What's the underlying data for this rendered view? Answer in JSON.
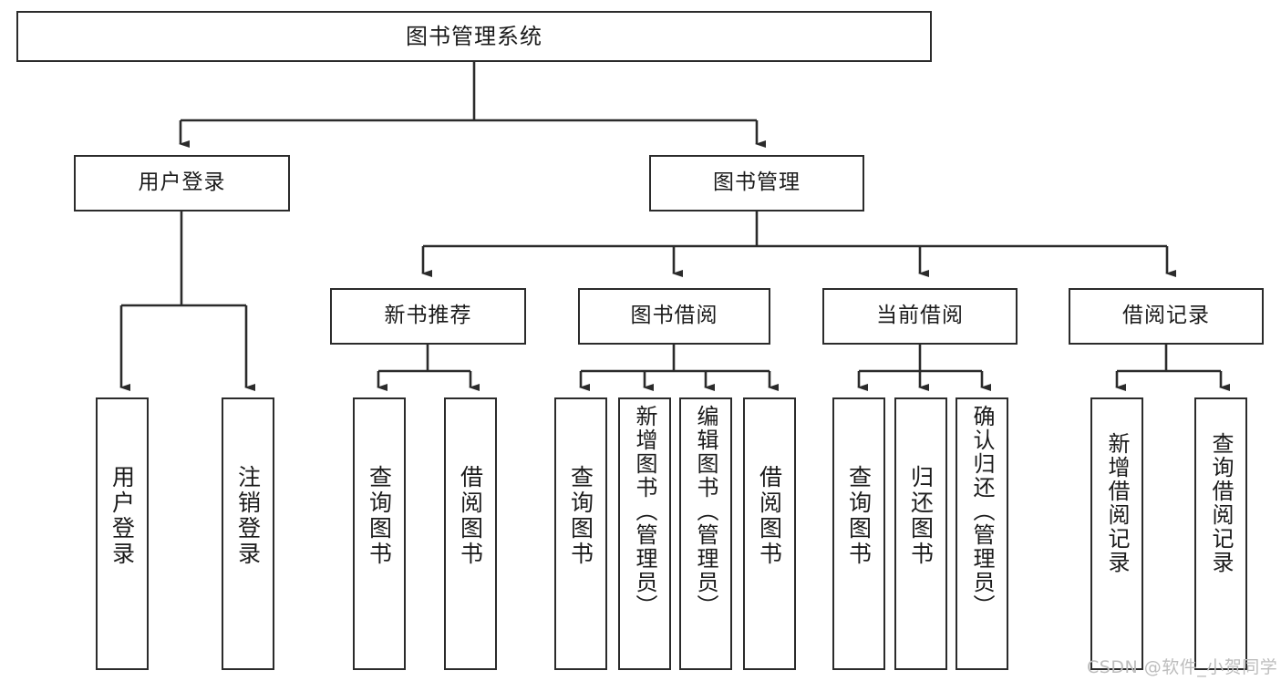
{
  "diagram": {
    "type": "tree-hierarchy",
    "title": "图书管理系统",
    "orientation": "top-down",
    "line_color": "#2b2b2b",
    "box_fill": "#ffffff",
    "text_color": "#1b1b1b",
    "watermark": "CSDN @软件_小贺同学",
    "watermark_color": "#bdbdbd"
  },
  "nodes": {
    "root": {
      "label": "图书管理系统",
      "level": 1
    },
    "level2": [
      {
        "id": "user-login",
        "label": "用户登录"
      },
      {
        "id": "book-manage",
        "label": "图书管理"
      }
    ],
    "level3": [
      {
        "id": "new-book-recommend",
        "label": "新书推荐",
        "parent": "book-manage"
      },
      {
        "id": "book-borrow",
        "label": "图书借阅",
        "parent": "book-manage"
      },
      {
        "id": "current-borrow",
        "label": "当前借阅",
        "parent": "book-manage"
      },
      {
        "id": "borrow-record",
        "label": "借阅记录",
        "parent": "book-manage"
      }
    ],
    "leaves": {
      "user-login": [
        {
          "id": "leaf-user-login",
          "label": "用户登录"
        },
        {
          "id": "leaf-logout",
          "label": "注销登录"
        }
      ],
      "new-book-recommend": [
        {
          "id": "leaf-query-book-1",
          "label": "查询图书"
        },
        {
          "id": "leaf-borrow-book-1",
          "label": "借阅图书"
        }
      ],
      "book-borrow": [
        {
          "id": "leaf-query-book-2",
          "label": "查询图书"
        },
        {
          "id": "leaf-add-book",
          "label": "新增图书（管理员）"
        },
        {
          "id": "leaf-edit-book",
          "label": "编辑图书（管理员）"
        },
        {
          "id": "leaf-borrow-book-2",
          "label": "借阅图书"
        }
      ],
      "current-borrow": [
        {
          "id": "leaf-query-book-3",
          "label": "查询图书"
        },
        {
          "id": "leaf-return-book",
          "label": "归还图书"
        },
        {
          "id": "leaf-confirm-return",
          "label": "确认归还（管理员）"
        }
      ],
      "borrow-record": [
        {
          "id": "leaf-add-record",
          "label": "新增借阅记录"
        },
        {
          "id": "leaf-query-record",
          "label": "查询借阅记录"
        }
      ]
    }
  }
}
